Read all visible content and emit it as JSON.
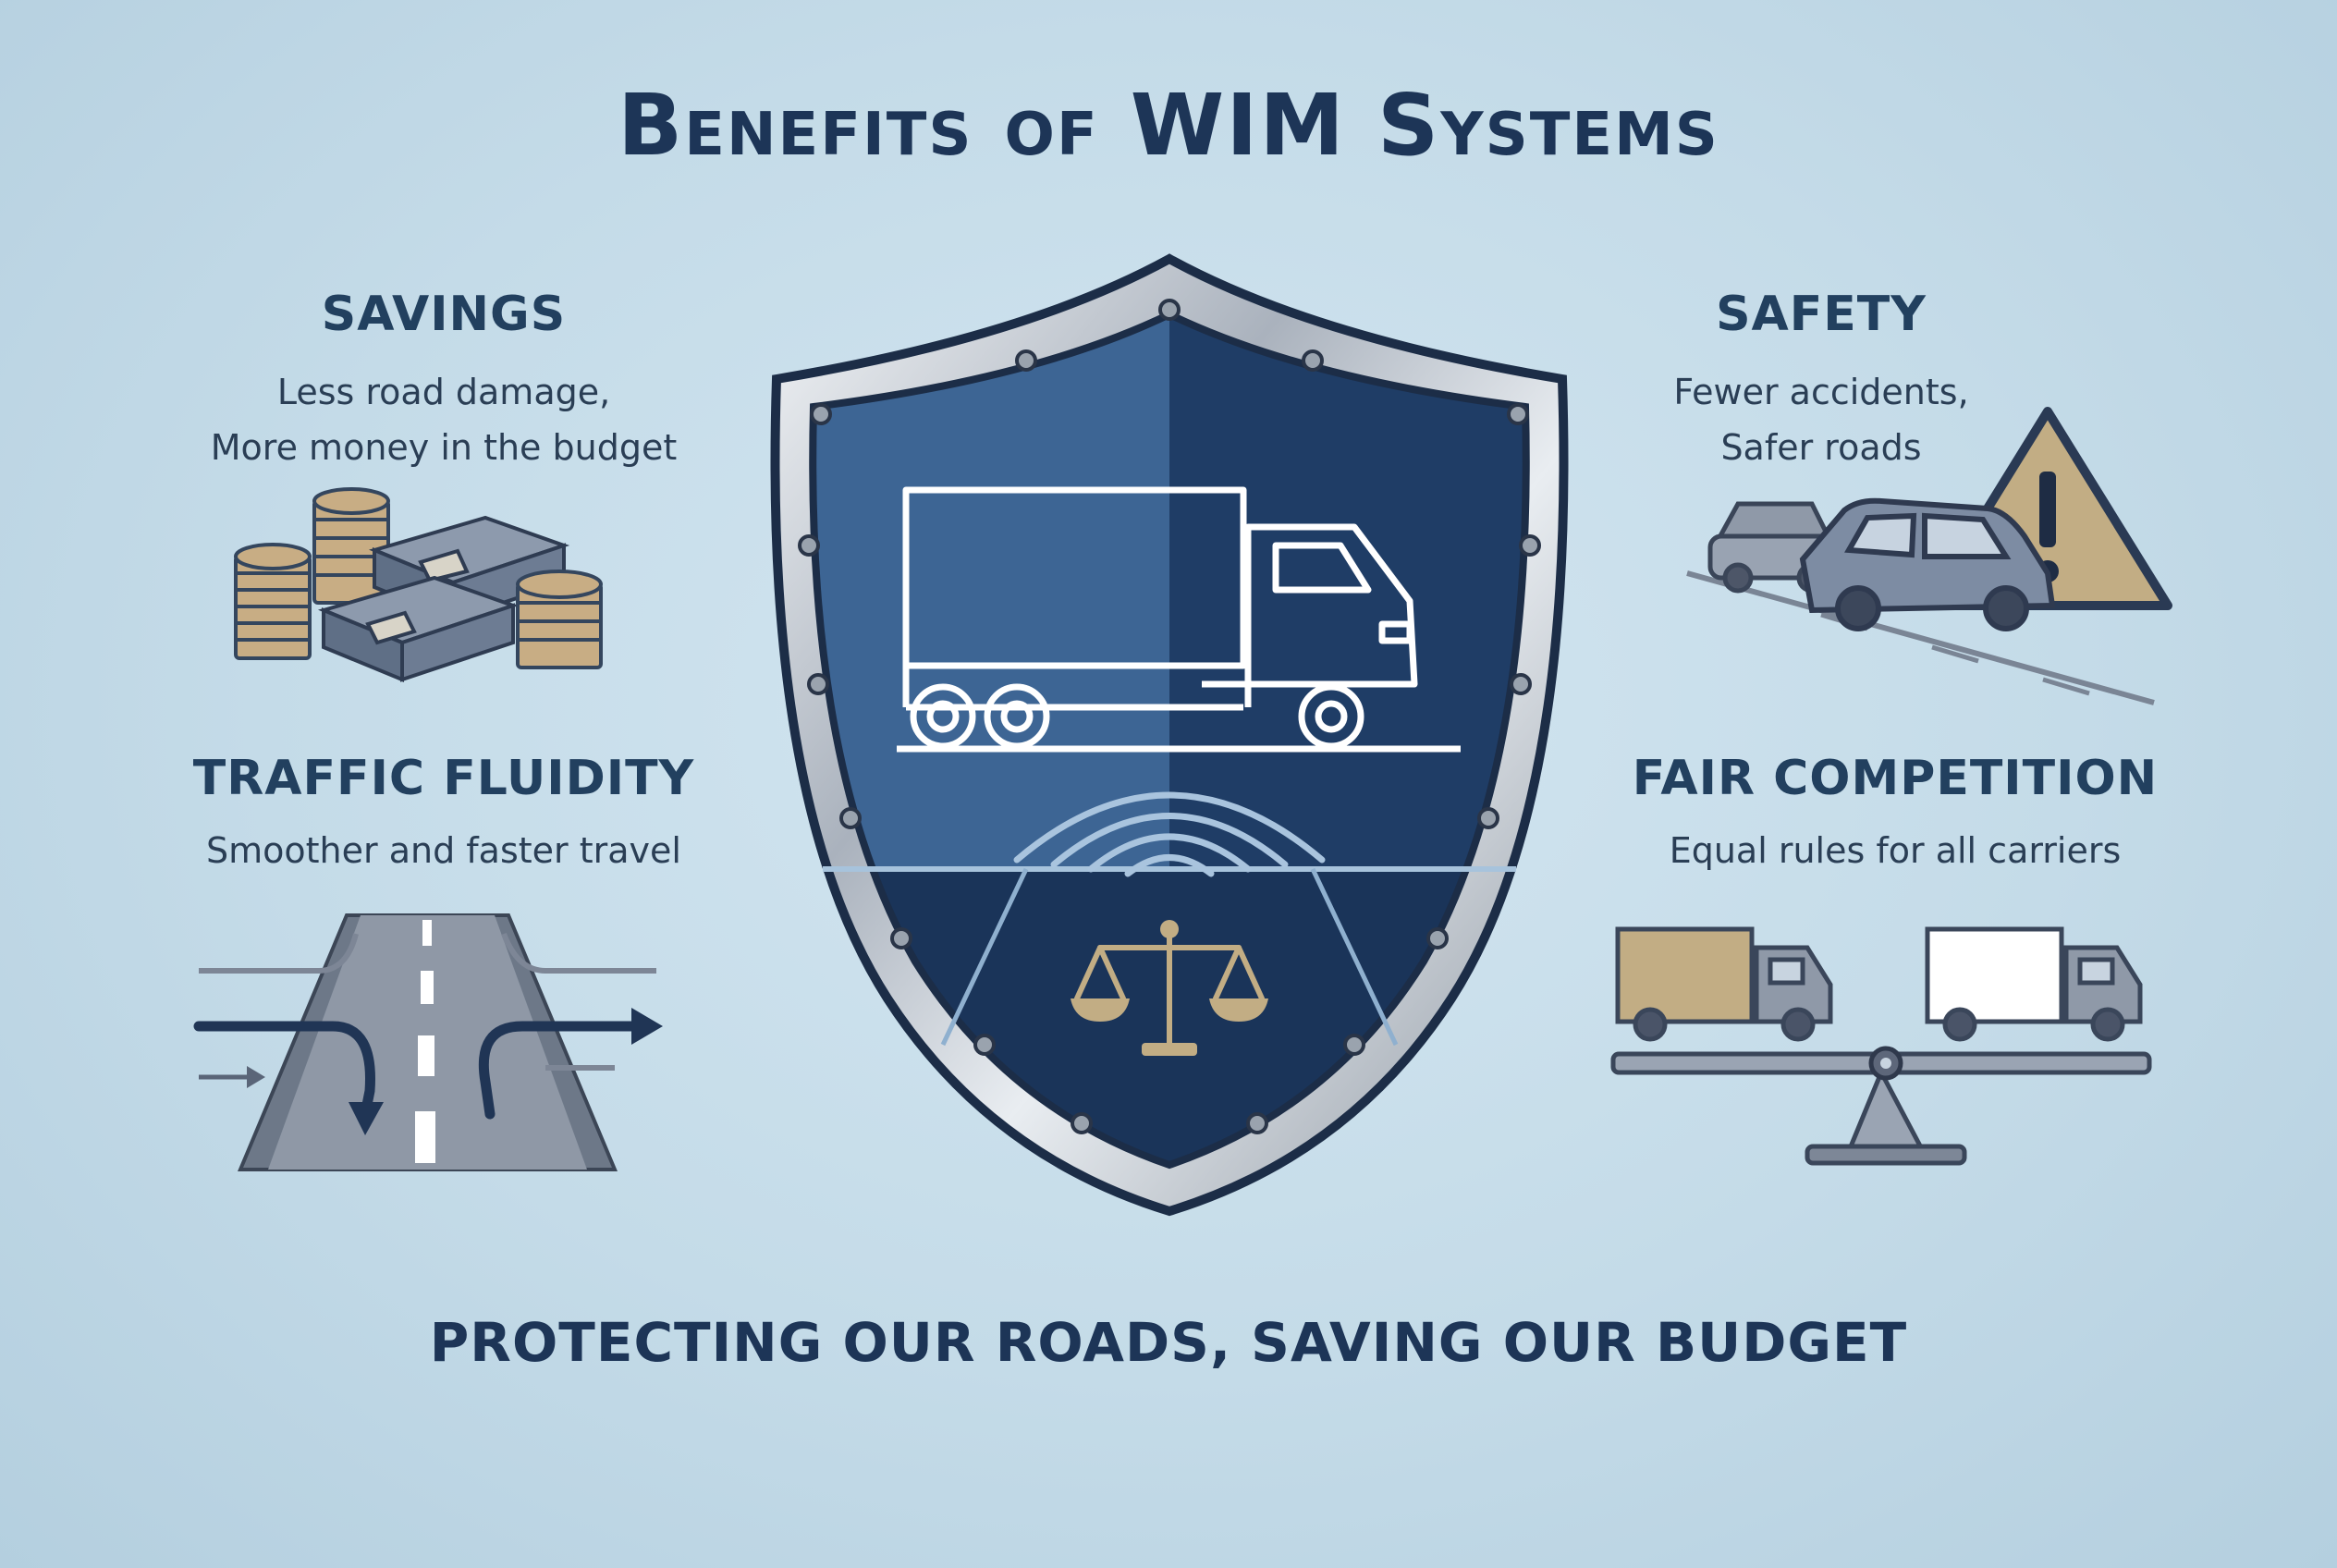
{
  "title": "Benefits of WIM Systems",
  "benefits": {
    "savings": {
      "heading": "SAVINGS",
      "line1": "Less road damage,",
      "line2": "More money in the budget"
    },
    "safety": {
      "heading": "SAFETY",
      "line1": "Fewer accidents,",
      "line2": "Safer roads"
    },
    "traffic": {
      "heading": "TRAFFIC FLUIDITY",
      "line1": "Smoother and faster travel"
    },
    "fair": {
      "heading": "FAIR COMPETITION",
      "line1": "Equal rules for all carriers"
    }
  },
  "tagline": "PROTECTING OUR ROADS, SAVING OUR BUDGET",
  "colors": {
    "background": "#c4dbe8",
    "navy": "#1d3557",
    "shield_dark": "#1f3d66",
    "shield_light": "#3d6594",
    "gold": "#c2ad84"
  },
  "icons": {
    "savings": "coins-and-cash-icon",
    "safety": "cars-warning-sign-icon",
    "traffic": "road-merge-arrows-icon",
    "fair": "trucks-on-balance-icon",
    "center": "shield-truck-scale-icon"
  }
}
